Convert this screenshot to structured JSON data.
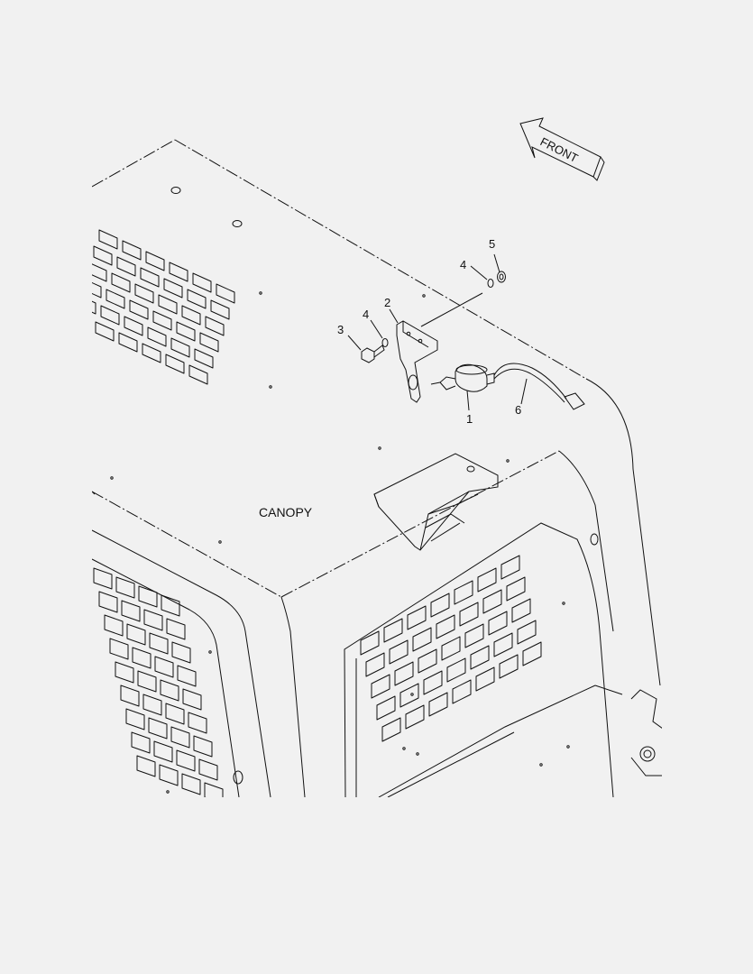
{
  "diagram": {
    "canopy_label": "CANOPY",
    "front_label": "FRONT",
    "callouts": [
      {
        "id": "part-1",
        "text": "1"
      },
      {
        "id": "part-2",
        "text": "2"
      },
      {
        "id": "part-3",
        "text": "3"
      },
      {
        "id": "part-4a",
        "text": "4"
      },
      {
        "id": "part-4b",
        "text": "4"
      },
      {
        "id": "part-5",
        "text": "5"
      },
      {
        "id": "part-6",
        "text": "6"
      }
    ]
  },
  "colors": {
    "background": "#f1f1f1",
    "line": "#111111"
  }
}
